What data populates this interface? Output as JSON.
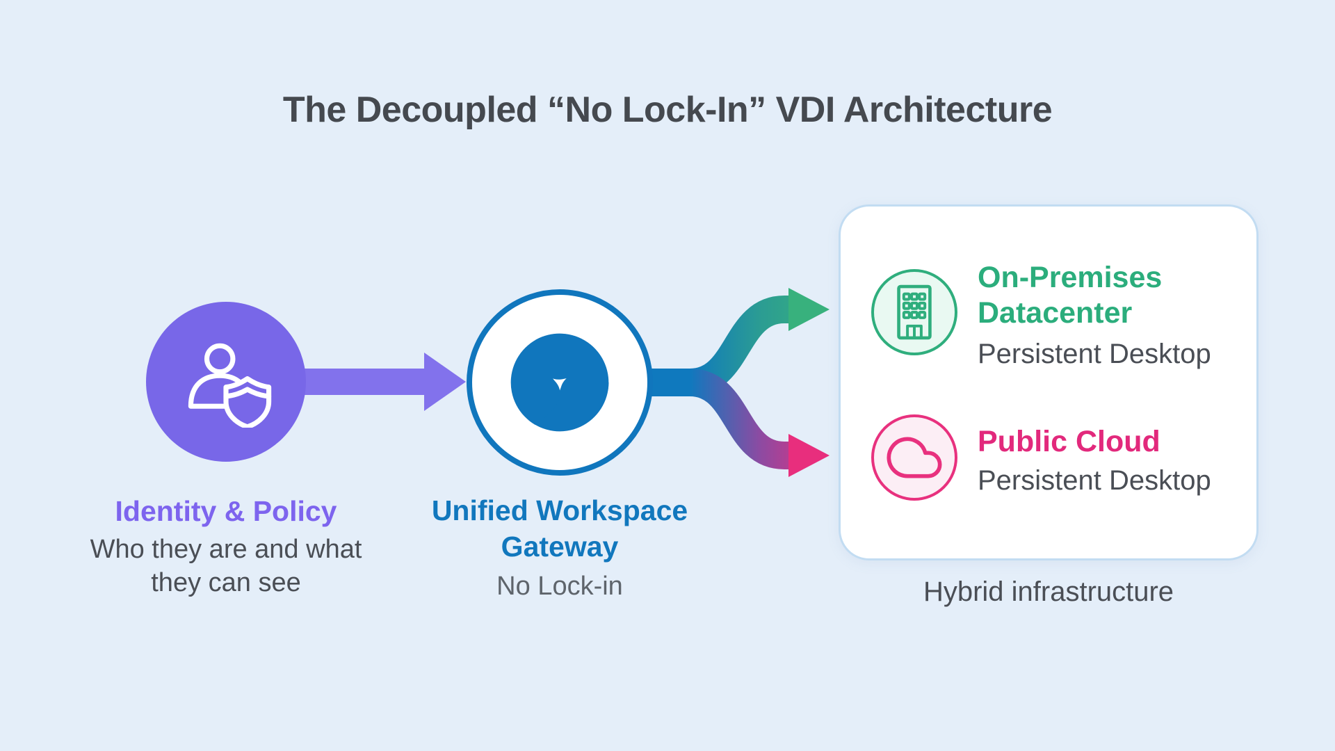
{
  "title": "The Decoupled “No Lock-In” VDI Architecture",
  "identity": {
    "label": "Identity & Policy",
    "description": "Who they are and what they can see",
    "icon": "user-shield-icon",
    "circle_color": "#7867E8",
    "label_color": "#7D64EE"
  },
  "gateway": {
    "label": "Unified Workspace Gateway",
    "sublabel": "No Lock-in",
    "icon": "globe-swirl-icon",
    "color": "#1076BD"
  },
  "arrows": {
    "identity_to_gateway_color": "#8272EC",
    "gateway_stem_color": "#0F79BE",
    "to_onprem_gradient": [
      "#0F79BE",
      "#2B9C93",
      "#38B17D"
    ],
    "to_cloud_gradient": [
      "#0F79BE",
      "#8C4BA2",
      "#E82E7D"
    ]
  },
  "destinations": {
    "caption": "Hybrid infrastructure",
    "items": [
      {
        "title": "On-Premises Datacenter",
        "subtitle": "Persistent Desktop",
        "icon": "building-icon",
        "color": "#2BAD7C"
      },
      {
        "title": "Public Cloud",
        "subtitle": "Persistent Desktop",
        "icon": "cloud-icon",
        "color": "#E2297C"
      }
    ]
  },
  "colors": {
    "background": "#E4EEF9",
    "title_text": "#45494F",
    "body_text": "#4A4E55",
    "muted_text": "#5E646B",
    "card_border": "#C2DCF2",
    "card_background": "#FFFFFF"
  }
}
